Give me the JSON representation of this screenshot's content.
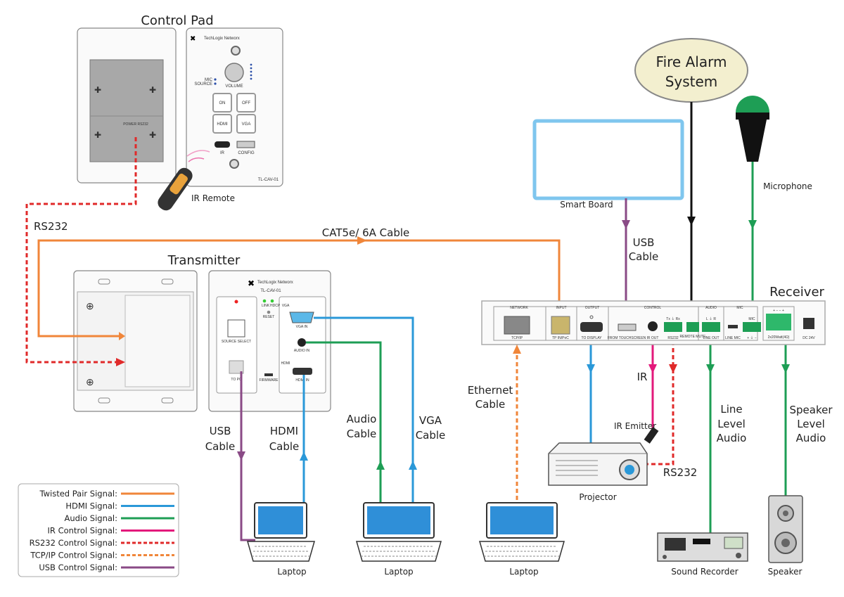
{
  "titles": {
    "control_pad": "Control Pad",
    "transmitter": "Transmitter",
    "receiver": "Receiver"
  },
  "control_pad": {
    "logo": "TechLogix Networx",
    "mic": "MIC",
    "source": "SOURCE",
    "volume": "VOLUME",
    "buttons": [
      "ON",
      "OFF",
      "HDMI",
      "VGA"
    ],
    "ir": "IR",
    "config": "CONFIG",
    "model": "TL-CAV-01",
    "wallplate_label": "POWER RS232",
    "ir_remote": "IR Remote"
  },
  "transmitter": {
    "logo": "TechLogix Networx",
    "model": "TL-CAV-01",
    "link": "LINK",
    "hdcp": "HDCP",
    "reset": "RESET",
    "source_select": "SOURCE SELECT",
    "to_pc": "TO PC",
    "firmware": "FIRMWARE",
    "vga": "VGA",
    "vga_in": "VGA IN",
    "audio_in": "AUDIO IN",
    "hdmi": "HDMI",
    "hdmi_in": "HDMI IN"
  },
  "receiver": {
    "sections": [
      "NETWORK",
      "INPUT",
      "OUTPUT",
      "CONTROL",
      "AUDIO",
      "MIC"
    ],
    "tcpip": "TCP/IP",
    "tp_in": "TP IN/PoC",
    "to_display": "TO DISPLAY",
    "from_touchscreen": "FROM TOUCHSCREEN",
    "ir_out": "IR OUT",
    "txrx": "Tx ⏚ Rx",
    "rs232": "RS232",
    "remote_mute": "REMOTE MUTE",
    "lr": "L ⏚ R",
    "line_out": "LINE OUT",
    "line_mic": "LINE  MIC",
    "mic": "MIC",
    "mic_pins": "+ ⏚ −",
    "spk_pins": "+ − − +",
    "amp": "2x20Watt(4Ω)",
    "dc": "DC 24V"
  },
  "devices": {
    "fire_alarm": [
      "Fire Alarm",
      "System"
    ],
    "smart_board": "Smart Board",
    "microphone": "Microphone",
    "projector": "Projector",
    "ir_emitter": "IR Emitter",
    "sound_recorder": "Sound Recorder",
    "speaker": "Speaker",
    "laptops": [
      "Laptop",
      "Laptop",
      "Laptop"
    ]
  },
  "cable_labels": {
    "rs232_left": "RS232",
    "cat5e": "CAT5e/ 6A Cable",
    "usb_tx": [
      "USB",
      "Cable"
    ],
    "hdmi_tx": [
      "HDMI",
      "Cable"
    ],
    "audio_tx": [
      "Audio",
      "Cable"
    ],
    "vga_tx": [
      "VGA",
      "Cable"
    ],
    "usb_rx": [
      "USB",
      "Cable"
    ],
    "ethernet": [
      "Ethernet",
      "Cable"
    ],
    "ir": "IR",
    "rs232_rx": "RS232",
    "line_audio": [
      "Line",
      "Level",
      "Audio"
    ],
    "speaker_audio": [
      "Speaker",
      "Level",
      "Audio"
    ]
  },
  "colors": {
    "twisted_pair": "#f0863a",
    "hdmi": "#2a98d8",
    "audio": "#1e9e55",
    "ir": "#e3197b",
    "rs232": "#e02a2a",
    "tcpip": "#f0863a",
    "usb": "#8a4a86",
    "fire_alarm": "#111111"
  },
  "legend": [
    {
      "label": "Twisted Pair Signal:",
      "color": "#f0863a",
      "dashed": false
    },
    {
      "label": "HDMI Signal:",
      "color": "#2a98d8",
      "dashed": false
    },
    {
      "label": "Audio Signal:",
      "color": "#1e9e55",
      "dashed": false
    },
    {
      "label": "IR Control Signal:",
      "color": "#e3197b",
      "dashed": false
    },
    {
      "label": "RS232 Control Signal:",
      "color": "#e02a2a",
      "dashed": true
    },
    {
      "label": "TCP/IP Control Signal:",
      "color": "#f0863a",
      "dashed": true
    },
    {
      "label": "USB Control Signal:",
      "color": "#8a4a86",
      "dashed": false
    }
  ]
}
